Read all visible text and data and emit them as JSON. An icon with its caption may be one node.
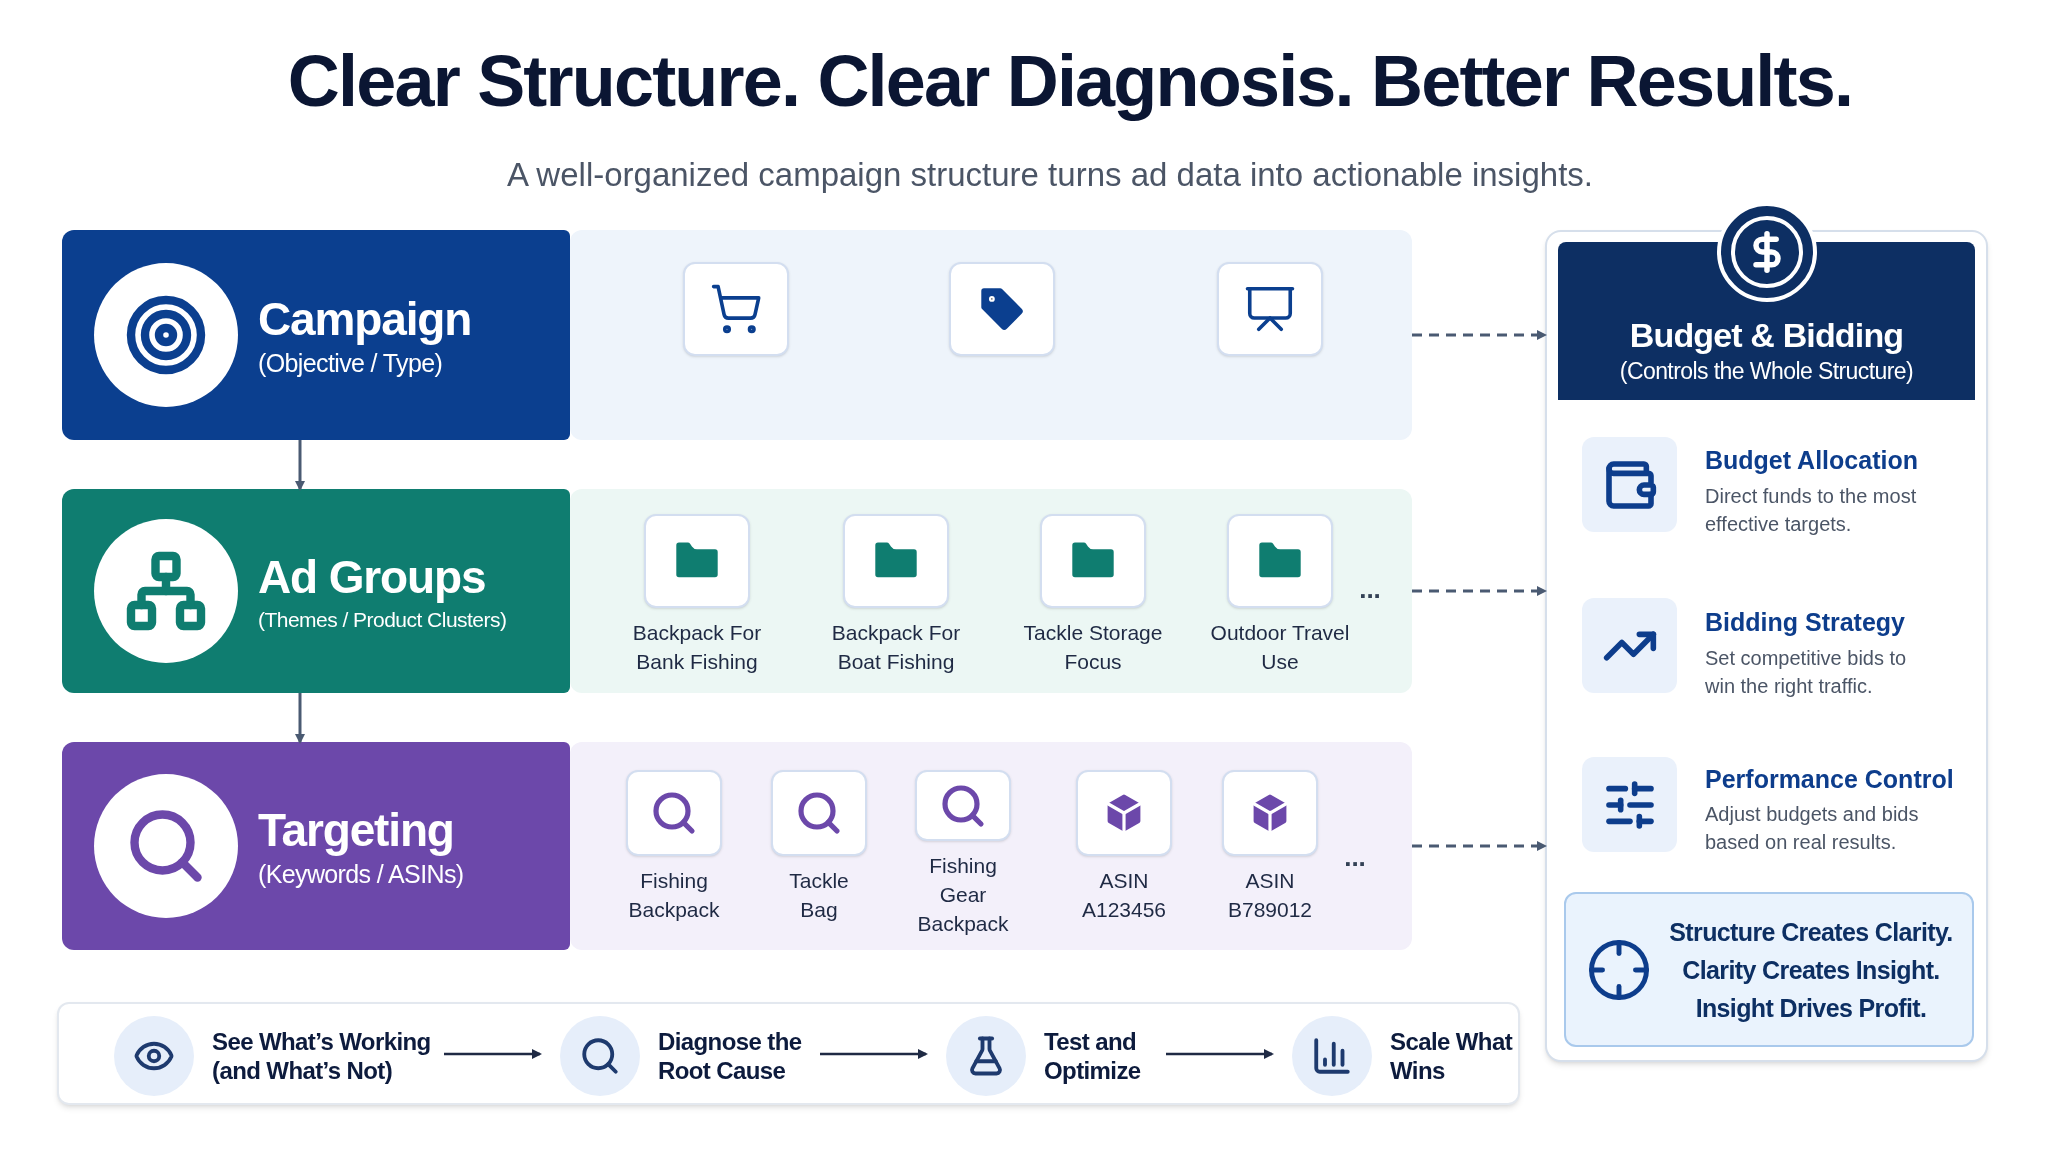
{
  "diagram": {
    "title": "Clear Structure. Clear Diagnosis. Better Results.",
    "nodes": [
      {
        "text": [
          "Campaign",
          "(Objective / Type)"
        ]
      },
      {
        "text": [],
        "shape": "box"
      },
      {
        "text": [],
        "shape": "box",
        "in": 1
      },
      {
        "text": [],
        "shape": "box",
        "in": 1
      },
      {
        "text": [],
        "shape": "box",
        "in": 1
      },
      {
        "text": [
          "Ad Groups",
          "(Themes / Product Clusters)"
        ]
      },
      {
        "text": [],
        "shape": "box"
      },
      {
        "text": [
          "Backpack For Bank Fishing"
        ],
        "in": 6
      },
      {
        "text": [
          "Backpack For Boat Fishing"
        ],
        "in": 6
      },
      {
        "text": [
          "Tackle Storage Focus"
        ],
        "in": 6
      },
      {
        "text": [
          "Outdoor Travel Use"
        ],
        "in": 6
      },
      {
        "text": [
          "Targeting",
          "(Keywords / ASINs)"
        ]
      },
      {
        "text": [],
        "shape": "box"
      },
      {
        "text": [
          "Fishing Backpack"
        ],
        "in": 12
      },
      {
        "text": [
          "Tackle Bag"
        ],
        "in": 12
      },
      {
        "text": [
          "Fishing Gear Backpack"
        ],
        "in": 12
      },
      {
        "text": [
          "ASIN A123456"
        ],
        "in": 12
      },
      {
        "text": [
          "ASIN B789012"
        ],
        "in": 12
      },
      {
        "text": [
          "Budget & Bidding",
          "(Controls the Whole Structure)"
        ]
      },
      {
        "text": [
          "Structure Creates Clarity. Clarity Creates Insight. Insight Drives Profit."
        ],
        "in": 18
      },
      {
        "text": [],
        "shape": "box"
      },
      {
        "text": [
          "See What’s Working (and What’s Not)"
        ],
        "in": 20
      },
      {
        "text": [
          "Diagnose the Root Cause"
        ],
        "in": 20
      },
      {
        "text": [
          "Test and Optimize"
        ],
        "in": 20
      },
      {
        "text": [
          "Scale What Wins"
        ],
        "in": 20
      }
    ],
    "edges": [
      {
        "from": 0,
        "to": 5,
        "arrow": "to"
      },
      {
        "from": 5,
        "to": 11,
        "arrow": "to"
      },
      {
        "from": 1,
        "to": 18,
        "arrow": "to",
        "style": "dashed"
      },
      {
        "from": 6,
        "to": 18,
        "arrow": "to",
        "style": "dashed"
      },
      {
        "from": 12,
        "to": 18,
        "arrow": "to",
        "style": "dashed"
      },
      {
        "from": 21,
        "to": 22,
        "arrow": "to"
      },
      {
        "from": 22,
        "to": 23,
        "arrow": "to"
      },
      {
        "from": 23,
        "to": 24,
        "arrow": "to"
      }
    ],
    "labels": [
      "A well-organized campaign structure turns ad data into actionable insights.",
      "...",
      "...",
      "Budget Allocation",
      "Direct funds to the most effective targets.",
      "Bidding Strategy",
      "Set competitive bids to win the right traffic.",
      "Performance Control",
      "Adjust budgets and bids based on real results."
    ]
  }
}
